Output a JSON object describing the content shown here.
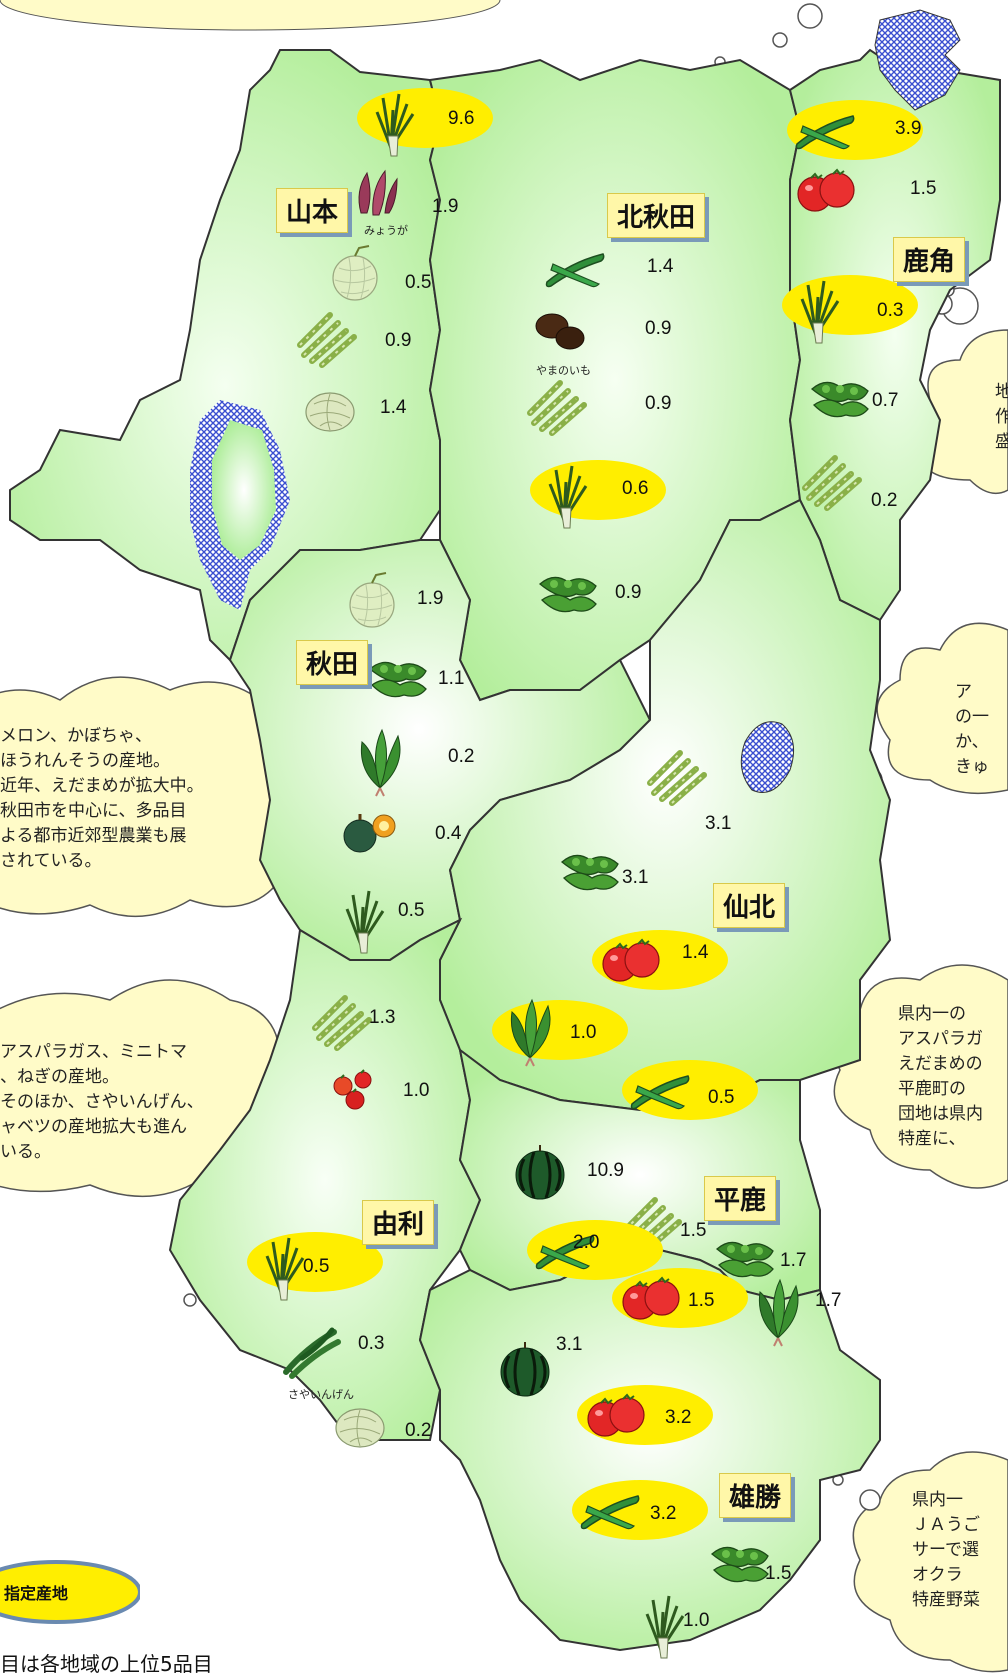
{
  "colors": {
    "map_fill": "#b9f0a4",
    "map_highlight": "#f4fff0",
    "border": "#333333",
    "cloud_fill": "#fffbc8",
    "designated_ellipse": "#ffee00",
    "label_bg": "#fff7a8",
    "lake_pattern": "#3a4fd0"
  },
  "regions": [
    {
      "name": "山本"
    },
    {
      "name": "北秋田"
    },
    {
      "name": "鹿角"
    },
    {
      "name": "秋田"
    },
    {
      "name": "仙北"
    },
    {
      "name": "由利"
    },
    {
      "name": "平鹿"
    },
    {
      "name": "雄勝"
    }
  ],
  "crops": [
    {
      "icon": "negi-icon",
      "value": "9.6",
      "designated": true
    },
    {
      "icon": "myoga-icon",
      "value": "1.9",
      "caption": "みょうが"
    },
    {
      "icon": "melon-icon",
      "value": "0.5"
    },
    {
      "icon": "asparagus-icon",
      "value": "0.9"
    },
    {
      "icon": "cabbage-icon",
      "value": "1.4"
    },
    {
      "icon": "cucumber-icon",
      "value": "1.4"
    },
    {
      "icon": "yamanoimo-icon",
      "value": "0.9",
      "caption": "やまのいも"
    },
    {
      "icon": "asparagus-icon",
      "value": "0.9"
    },
    {
      "icon": "negi-icon",
      "value": "0.6",
      "designated": true
    },
    {
      "icon": "edamame-icon",
      "value": "0.9"
    },
    {
      "icon": "cucumber-icon",
      "value": "3.9",
      "designated": true
    },
    {
      "icon": "tomato-icon",
      "value": "1.5"
    },
    {
      "icon": "negi-icon",
      "value": "0.3",
      "designated": true
    },
    {
      "icon": "edamame-icon",
      "value": "0.7"
    },
    {
      "icon": "asparagus-icon",
      "value": "0.2"
    },
    {
      "icon": "melon-icon",
      "value": "1.9"
    },
    {
      "icon": "edamame-icon",
      "value": "1.1"
    },
    {
      "icon": "spinach-icon",
      "value": "0.2"
    },
    {
      "icon": "pumpkin-icon",
      "value": "0.4"
    },
    {
      "icon": "negi-icon",
      "value": "0.5"
    },
    {
      "icon": "asparagus-icon",
      "value": "3.1"
    },
    {
      "icon": "edamame-icon",
      "value": "3.1"
    },
    {
      "icon": "tomato-icon",
      "value": "1.4",
      "designated": true
    },
    {
      "icon": "spinach-icon",
      "value": "1.0",
      "designated": true
    },
    {
      "icon": "cucumber-icon",
      "value": "0.5",
      "designated": true
    },
    {
      "icon": "asparagus-icon",
      "value": "1.3"
    },
    {
      "icon": "mini-tomato-icon",
      "value": "1.0"
    },
    {
      "icon": "negi-icon",
      "value": "0.5",
      "designated": true
    },
    {
      "icon": "sayaingen-icon",
      "value": "0.3",
      "caption": "さやいんげん"
    },
    {
      "icon": "cabbage-icon",
      "value": "0.2"
    },
    {
      "icon": "watermelon-icon",
      "value": "10.9"
    },
    {
      "icon": "asparagus-icon",
      "value": "1.5"
    },
    {
      "icon": "edamame-icon",
      "value": "1.7"
    },
    {
      "icon": "cucumber-icon",
      "value": "2.0",
      "designated": true
    },
    {
      "icon": "tomato-icon",
      "value": "1.5",
      "designated": true
    },
    {
      "icon": "spinach-icon",
      "value": "1.7"
    },
    {
      "icon": "watermelon-icon",
      "value": "3.1"
    },
    {
      "icon": "tomato-icon",
      "value": "3.2",
      "designated": true
    },
    {
      "icon": "cucumber-icon",
      "value": "3.2",
      "designated": true
    },
    {
      "icon": "edamame-icon",
      "value": "1.5"
    },
    {
      "icon": "negi-icon",
      "value": "1.0"
    }
  ],
  "clouds": [
    {
      "text": "メロン、かぼちゃ、\nほうれんそうの産地。\n近年、えだまめが拡大中。\n秋田市を中心に、多品目\nよる都市近郊型農業も展\nされている。"
    },
    {
      "text": "アスパラガス、ミニトマ\n、ねぎの産地。\nそのほか、さやいんげん、\nャベツの産地拡大も進ん\nいる。"
    },
    {
      "text": "地\n作\n盛"
    },
    {
      "text": "ア\nの一\nか、\nきゅ"
    },
    {
      "text": "県内一の\nアスパラガ\nえだまめの\n平鹿町の\n団地は県内\n特産に、"
    },
    {
      "text": "県内一\nＪＡうご\nサーで選\nオクラ\n特産野菜"
    }
  ],
  "legend": {
    "badge_label": "指定産地"
  },
  "footnote": "目は各地域の上位5品目"
}
